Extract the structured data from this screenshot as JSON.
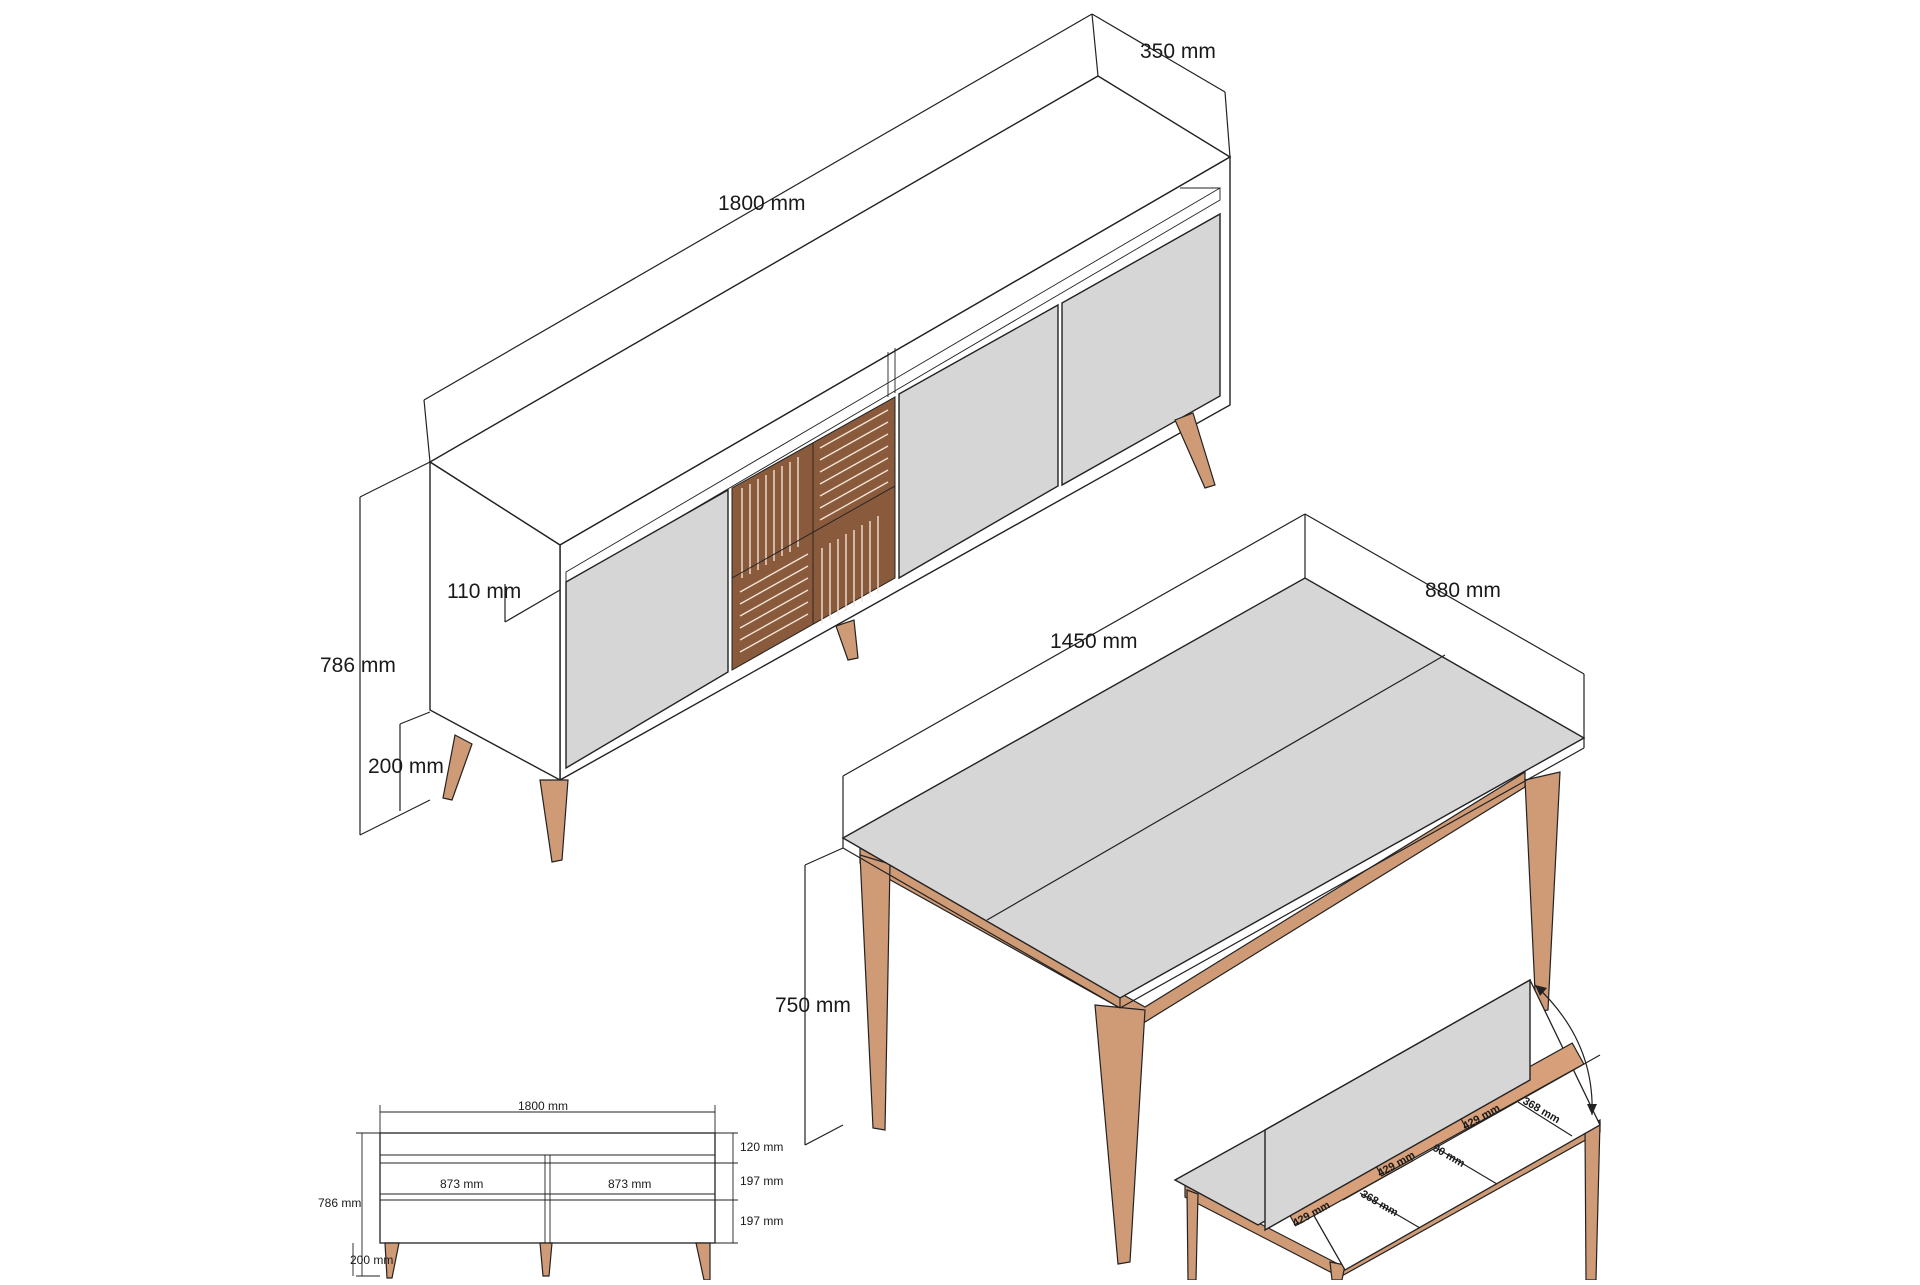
{
  "colors": {
    "panel": "#d6d6d6",
    "wood_legs": "#cf9a76",
    "slat_door": "#8a5a3c",
    "outline": "#222222",
    "background": "#ffffff"
  },
  "sideboard": {
    "width": "1800 mm",
    "depth": "350 mm",
    "height": "786 mm",
    "shelf_height": "110 mm",
    "leg_height": "200 mm"
  },
  "table": {
    "length": "1450 mm",
    "width": "880 mm",
    "height": "750 mm"
  },
  "front_view": {
    "width": "1800 mm",
    "height": "786 mm",
    "leg_height": "200 mm",
    "compartment_left": "873 mm",
    "compartment_right": "873 mm",
    "row_top": "120 mm",
    "row_middle": "197 mm",
    "row_bottom": "197 mm"
  },
  "table_detail": {
    "compartment_len_a": "429 mm",
    "compartment_len_b": "429 mm",
    "compartment_len_c": "429 mm",
    "compartment_depth_a": "368 mm",
    "compartment_depth_b": "368 mm",
    "compartment_height": "90 mm"
  }
}
